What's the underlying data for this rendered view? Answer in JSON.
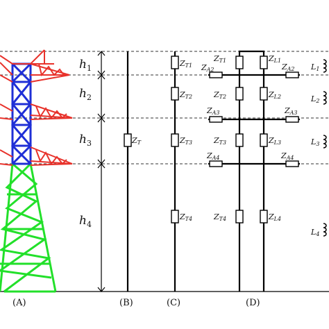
{
  "figure": {
    "heights": [
      "h",
      "h",
      "h",
      "h"
    ],
    "height_subs": [
      "1",
      "2",
      "3",
      "4"
    ],
    "captions": [
      "(A)",
      "(B)",
      "(C)",
      "(D)"
    ],
    "model_b": {
      "impedance": "Z",
      "sub": "T"
    },
    "model_c": [
      {
        "z": "Z",
        "sub": "T1"
      },
      {
        "z": "Z",
        "sub": "T2"
      },
      {
        "z": "Z",
        "sub": "T3"
      },
      {
        "z": "Z",
        "sub": "T4"
      }
    ],
    "model_d_tower": [
      {
        "z": "Z",
        "sub": "T1"
      },
      {
        "z": "Z",
        "sub": "T2"
      },
      {
        "z": "Z",
        "sub": "T3"
      },
      {
        "z": "Z",
        "sub": "T4"
      }
    ],
    "model_d_leg": [
      {
        "z": "Z",
        "sub": "L1"
      },
      {
        "z": "Z",
        "sub": "L2"
      },
      {
        "z": "Z",
        "sub": "L3"
      },
      {
        "z": "Z",
        "sub": "L4"
      }
    ],
    "model_d_arms": [
      {
        "z": "Z",
        "sub": "A2"
      },
      {
        "z": "Z",
        "sub": "A3"
      },
      {
        "z": "Z",
        "sub": "A4"
      }
    ],
    "inductors": [
      {
        "l": "L",
        "sub": "1"
      },
      {
        "l": "L",
        "sub": "2"
      },
      {
        "l": "L",
        "sub": "3"
      },
      {
        "l": "L",
        "sub": "4"
      }
    ],
    "colors": {
      "crossarm": "#e8322b",
      "body": "#1f2fd6",
      "legs": "#22e02a",
      "line": "#000000",
      "dash": "#333333"
    }
  }
}
